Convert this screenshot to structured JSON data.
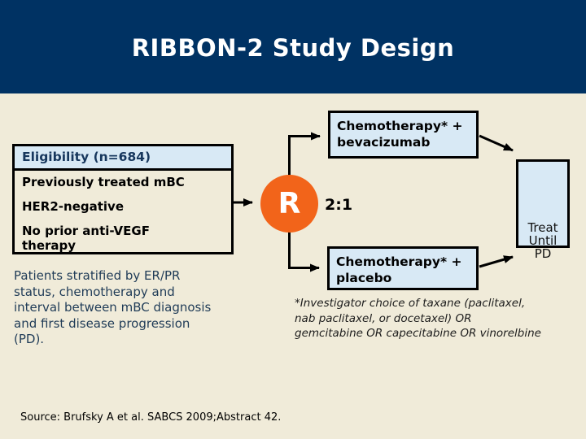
{
  "colors": {
    "header_bg": "#003263",
    "slide_bg": "#F0EBD9",
    "box_fill": "#D8E9F5",
    "randomizer_orange": "#F2641A",
    "eligibility_header_text": "#17375D",
    "stratification_text": "#1F3B57"
  },
  "header": {
    "title": "RIBBON-2 Study Design"
  },
  "eligibility_box": {
    "header": "Eligibility (n=684)",
    "items": [
      "Previously treated mBC",
      "HER2-negative",
      "No prior anti-VEGF\ntherapy"
    ]
  },
  "randomization": {
    "symbol": "R",
    "ratio": "2:1"
  },
  "arm_boxes": {
    "top": "Chemotherapy* +\nbevacizumab",
    "bottom": "Chemotherapy* +\nplacebo"
  },
  "outcome_box": {
    "label": "Treat\nUntil\nPD"
  },
  "stratification_note": "Patients stratified by ER/PR\nstatus, chemotherapy and\ninterval between mBC diagnosis\nand first disease progression\n(PD).",
  "footnote": "*Investigator choice of taxane (paclitaxel,\nnab paclitaxel, or docetaxel) OR\ngemcitabine OR capecitabine OR vinorelbine",
  "source": "Source: Brufsky A et al. SABCS 2009;Abstract 42."
}
